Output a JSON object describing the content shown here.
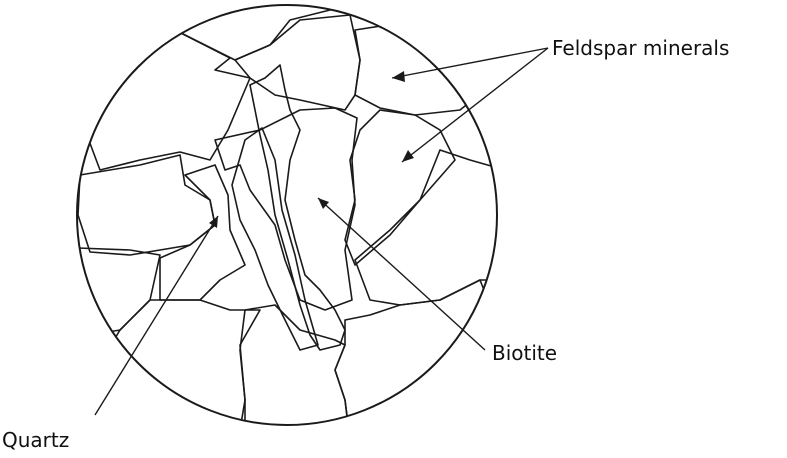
{
  "labels": {
    "feldspar": "Feldspar minerals",
    "biotite": "Biotite",
    "quartz": "Quartz"
  },
  "colors": {
    "ink": "#1a1a1a",
    "background": "#ffffff",
    "biotite_fill": "#5c5c5c"
  },
  "minerals": [
    "feldspar",
    "quartz",
    "biotite"
  ]
}
